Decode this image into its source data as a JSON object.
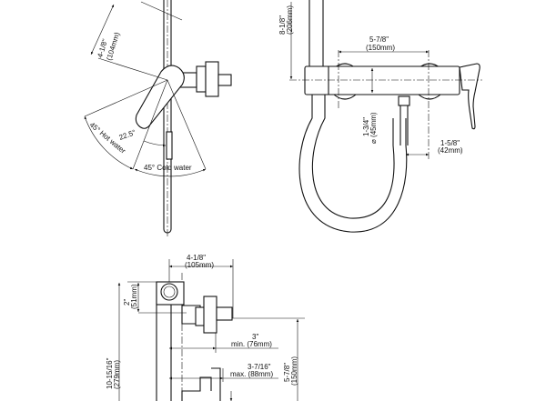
{
  "title_view": {
    "lever_height": "4-1/8\"",
    "lever_height_mm": "(104mm)",
    "hot_angle": "45° Hot water",
    "center_angle": "22.5°",
    "cold_angle": "45° Cold water"
  },
  "front_view": {
    "height": "8-1/8\"",
    "height_mm": "(206mm)",
    "width": "5-7/8\"",
    "width_mm": "(150mm)",
    "diameter": "1-3/4\"",
    "diameter_mm": "⌀ (45mm)",
    "offset": "1-5/8\"",
    "offset_mm": "(42mm)"
  },
  "side_view": {
    "depth": "4-1/8\"",
    "depth_mm": "(105mm)",
    "bracket": "2\"",
    "bracket_mm": "(51mm)",
    "total": "10-15/16\"",
    "total_mm": "(279mm)",
    "min": "3\"",
    "min_mm": "min. (76mm)",
    "max": "3-7/16\"",
    "max_mm": "max. (88mm)",
    "drop": "5-7/8\"",
    "drop_mm": "(150mm)"
  }
}
